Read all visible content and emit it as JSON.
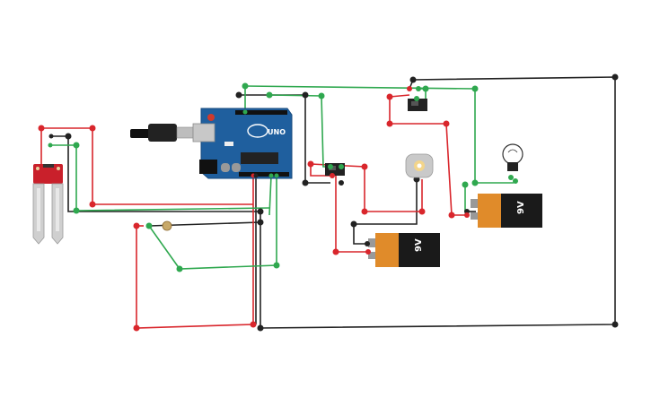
{
  "colors": {
    "wire_red": "#d9262c",
    "wire_green": "#2fa84f",
    "wire_black": "#222222",
    "arduino_board": "#1f5f9e",
    "sensor_board": "#c9202b",
    "battery_body": "#e08b2a",
    "battery_top": "#1a1a1a"
  },
  "arduino": {
    "brand_label": "UNO"
  },
  "battery_left": {
    "label": "9V"
  },
  "battery_right": {
    "label": "9V"
  },
  "components": {
    "arduino": "arduino-uno",
    "sensor": "soil-moisture-sensor",
    "motor": "dc-motor",
    "bulb": "light-bulb",
    "relay_left": "relay-module",
    "relay_right": "relay-module",
    "potentiometer": "potentiometer",
    "usb": "usb-cable"
  }
}
